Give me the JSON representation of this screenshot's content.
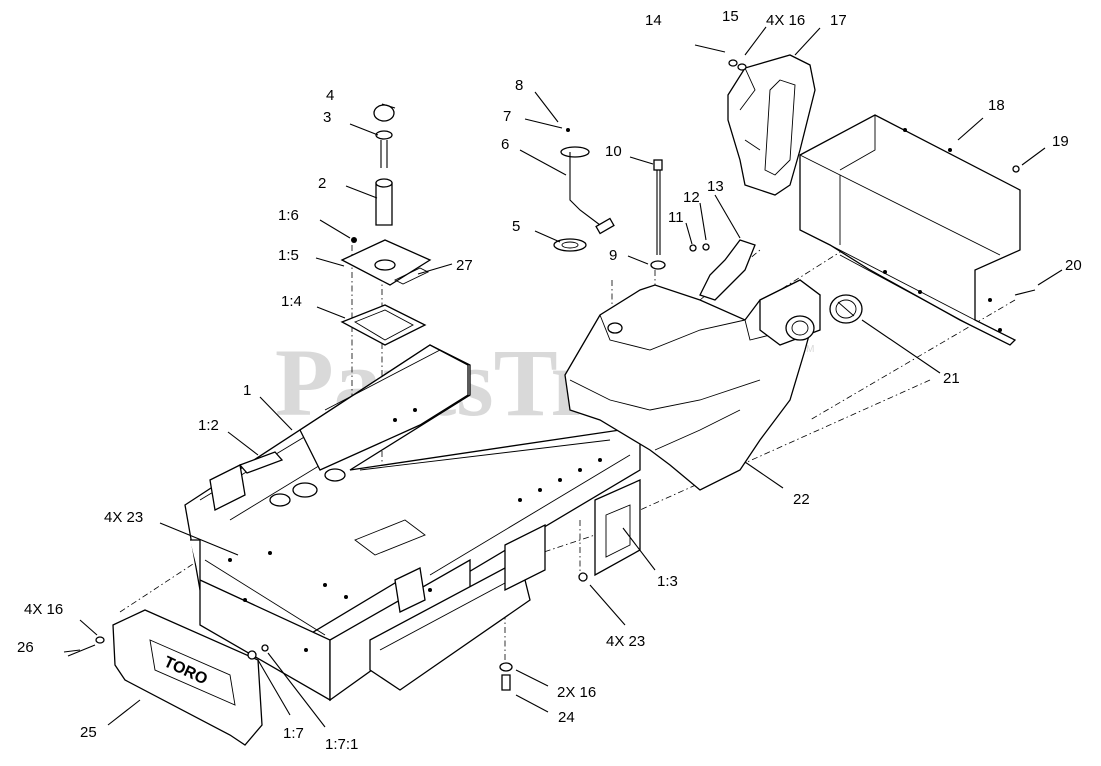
{
  "watermark": {
    "text": "PartsTree",
    "trademark": "TM"
  },
  "callouts": [
    {
      "id": "c14",
      "text": "14"
    },
    {
      "id": "c15",
      "text": "15"
    },
    {
      "id": "c4x16top",
      "text": "4X 16"
    },
    {
      "id": "c17",
      "text": "17"
    },
    {
      "id": "c18",
      "text": "18"
    },
    {
      "id": "c19",
      "text": "19"
    },
    {
      "id": "c20",
      "text": "20"
    },
    {
      "id": "c21",
      "text": "21"
    },
    {
      "id": "c22",
      "text": "22"
    },
    {
      "id": "c4",
      "text": "4"
    },
    {
      "id": "c3",
      "text": "3"
    },
    {
      "id": "c2",
      "text": "2"
    },
    {
      "id": "c1_6",
      "text": "1:6"
    },
    {
      "id": "c1_5",
      "text": "1:5"
    },
    {
      "id": "c27",
      "text": "27"
    },
    {
      "id": "c1_4",
      "text": "1:4"
    },
    {
      "id": "c1",
      "text": "1"
    },
    {
      "id": "c1_2",
      "text": "1:2"
    },
    {
      "id": "c8",
      "text": "8"
    },
    {
      "id": "c7",
      "text": "7"
    },
    {
      "id": "c6",
      "text": "6"
    },
    {
      "id": "c5",
      "text": "5"
    },
    {
      "id": "c10",
      "text": "10"
    },
    {
      "id": "c9",
      "text": "9"
    },
    {
      "id": "c11",
      "text": "11"
    },
    {
      "id": "c12",
      "text": "12"
    },
    {
      "id": "c13",
      "text": "13"
    },
    {
      "id": "c4x23left",
      "text": "4X 23"
    },
    {
      "id": "c1_3",
      "text": "1:3"
    },
    {
      "id": "c4x23right",
      "text": "4X 23"
    },
    {
      "id": "c4x16left",
      "text": "4X 16"
    },
    {
      "id": "c26",
      "text": "26"
    },
    {
      "id": "c25",
      "text": "25"
    },
    {
      "id": "c1_7",
      "text": "1:7"
    },
    {
      "id": "c1_7_1",
      "text": "1:7:1"
    },
    {
      "id": "c2x16",
      "text": "2X 16"
    },
    {
      "id": "c24",
      "text": "24"
    }
  ],
  "plate_logo": "TORO"
}
